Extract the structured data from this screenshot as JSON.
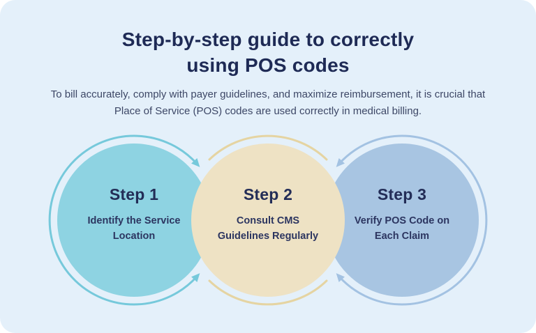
{
  "title": {
    "lines": [
      "Step-by-step guide to correctly",
      "using POS codes"
    ]
  },
  "subtitle": "To bill accurately, comply with payer guidelines, and maximize reimbursement, it is crucial that Place of Service (POS) codes are used correctly in medical billing.",
  "steps": [
    {
      "label": "Step 1",
      "description_lines": [
        "Identify the Service",
        "Location"
      ],
      "circle_color": "#8ed3e2",
      "arc_color": "#76c9db"
    },
    {
      "label": "Step 2",
      "description_lines": [
        "Consult CMS",
        "Guidelines Regularly"
      ],
      "circle_color": "#eee2c4",
      "arc_color": "#e5d4a2"
    },
    {
      "label": "Step 3",
      "description_lines": [
        "Verify POS Code on",
        "Each Claim"
      ],
      "circle_color": "#a8c5e2",
      "arc_color": "#a3c2e2"
    }
  ],
  "colors": {
    "page_background": "#ffffff",
    "card_background": "#e4f0fa",
    "title_text": "#1e2a55",
    "subtitle_text": "#3d4766",
    "step_label_text": "#232d57",
    "step_description_text": "#2c3560"
  }
}
